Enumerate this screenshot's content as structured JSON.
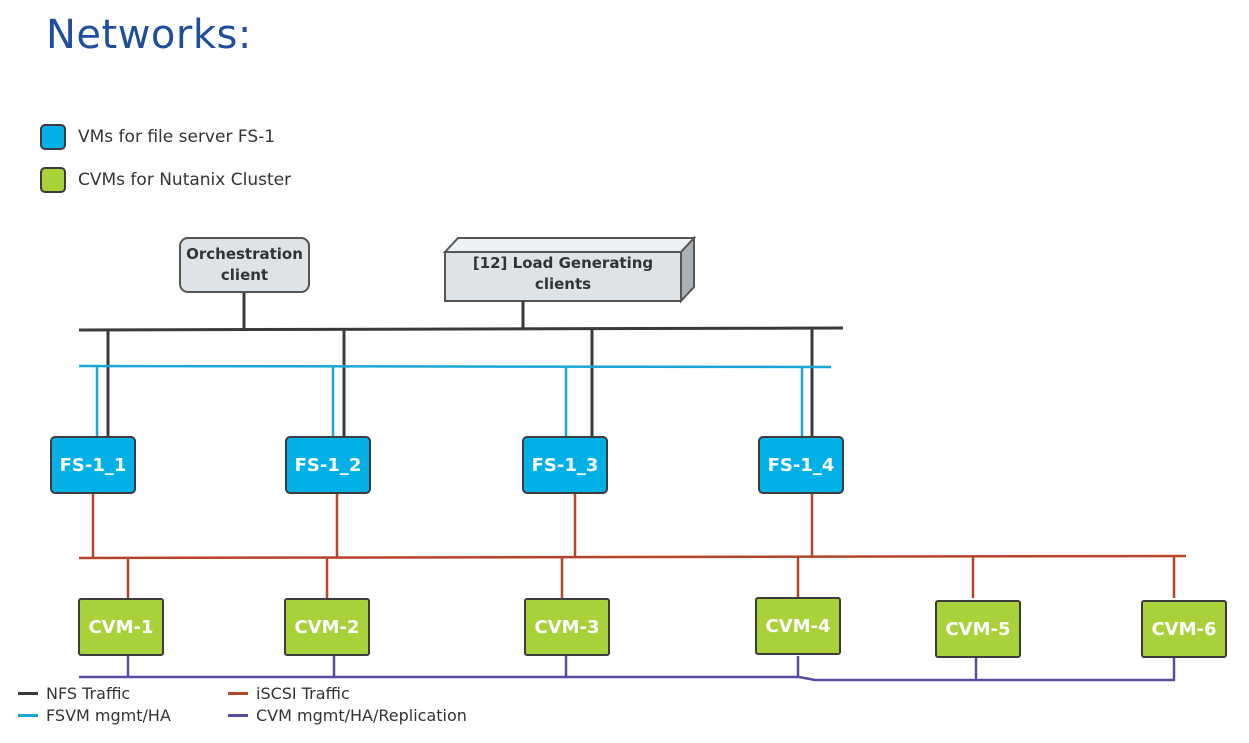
{
  "title": "Networks:",
  "legend": {
    "fs": {
      "label": "VMs for file server FS-1",
      "color": "#00b0e6"
    },
    "cvm": {
      "label": "CVMs for Nutanix Cluster",
      "color": "#a9d13a"
    }
  },
  "clients": {
    "orchestration": "Orchestration client",
    "load": "[12] Load Generating clients"
  },
  "fs_nodes": [
    "FS-1_1",
    "FS-1_2",
    "FS-1_3",
    "FS-1_4"
  ],
  "cvm_nodes": [
    "CVM-1",
    "CVM-2",
    "CVM-3",
    "CVM-4",
    "CVM-5",
    "CVM-6"
  ],
  "traffic_legend": {
    "nfs": {
      "label": "NFS Traffic",
      "color": "#3a3a3a"
    },
    "iscsi": {
      "label": "iSCSI Traffic",
      "color": "#b5452a"
    },
    "fsvm": {
      "label": "FSVM mgmt/HA",
      "color": "#1aa6d6"
    },
    "cvm": {
      "label": "CVM mgmt/HA/Replication",
      "color": "#5a4aa0"
    }
  }
}
